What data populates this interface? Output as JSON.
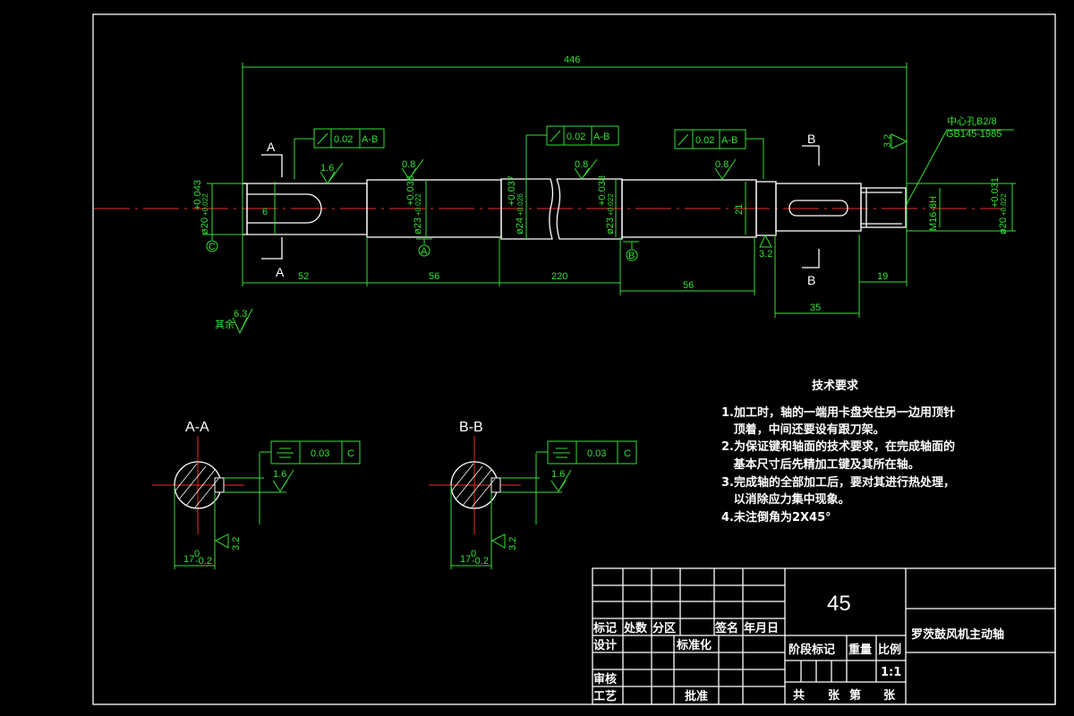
{
  "drawing": {
    "title": "罗茨鼓风机主动轴",
    "material": "45",
    "scale": "1:1",
    "colors": {
      "background": "#000000",
      "outline": "#ffffff",
      "dimension": "#33e033",
      "centerline": "#c0241c"
    }
  },
  "dimensions": {
    "overall_length": "446",
    "seg1": "52",
    "seg2": "56",
    "seg3": "220",
    "seg4": "56",
    "seg5": "35",
    "seg6": "19",
    "dia_left": "ø20",
    "dia_left_tol_upper": "+0.043",
    "dia_left_tol_lower": "+0.022",
    "key_width": "6",
    "dia_a": "ø23",
    "dia_a_tol_upper": "+0.038",
    "dia_a_tol_lower": "+0.022",
    "dia_mid": "ø24",
    "dia_mid_tol_upper": "+0.037",
    "dia_mid_tol_lower": "+0.026",
    "dia_b": "ø23",
    "dia_b_tol_upper": "+0.038",
    "dia_b_tol_lower": "+0.022",
    "shoulder": "21",
    "thread": "M16-8H",
    "dia_right": "ø20",
    "dia_right_tol_upper": "+0.031",
    "dia_right_tol_lower": "+0.022"
  },
  "tolerances": {
    "runout1": {
      "value": "0.02",
      "datum": "A-B"
    },
    "runout2": {
      "value": "0.02",
      "datum": "A-B"
    },
    "runout3": {
      "value": "0.02",
      "datum": "A-B"
    },
    "sym_a": {
      "value": "0.03",
      "datum": "C"
    },
    "sym_b": {
      "value": "0.03",
      "datum": "C"
    }
  },
  "datums": {
    "a": "A",
    "b": "B",
    "c": "C"
  },
  "roughness": {
    "r1": "1.6",
    "r2": "0.8",
    "r3": "0.8",
    "r4": "0.8",
    "r5": "3.2",
    "r6": "3.2",
    "rest_label": "其余",
    "rest_value": "6.3",
    "sec_a": "1.6",
    "sec_a2": "3.2",
    "sec_b": "1.6",
    "sec_b2": "3.2"
  },
  "center_hole": {
    "line1": "中心孔B2/8",
    "line2": "GB145-1985"
  },
  "sections": {
    "a_label": "A",
    "b_label": "B",
    "a_title": "A-A",
    "b_title": "B-B",
    "a_width": "17",
    "a_tol": "0",
    "a_tol2": "-0.2",
    "b_width": "17",
    "b_tol": "0",
    "b_tol2": "-0.2"
  },
  "requirements": {
    "title": "技术要求",
    "items": [
      "1.加工时，轴的一端用卡盘夹住另一边用顶针",
      "   顶着，中间还要设有跟刀架。",
      "2.为保证键和轴面的技术要求，在完成轴面的",
      "   基本尺寸后先精加工键及其所在轴。",
      "3.完成轴的全部加工后，要对其进行热处理，",
      "   以消除应力集中现象。",
      "4.未注倒角为2X45°"
    ]
  },
  "title_block": {
    "mark": "标记",
    "count": "处数",
    "zone": "分区",
    "sign": "签名",
    "date": "年月日",
    "design": "设计",
    "standard": "标准化",
    "review": "审核",
    "process": "工艺",
    "approve": "批准",
    "stage": "阶段标记",
    "weight": "重量",
    "ratio": "比例",
    "total": "共",
    "sheet": "张",
    "nth": "第",
    "sheet2": "张"
  }
}
